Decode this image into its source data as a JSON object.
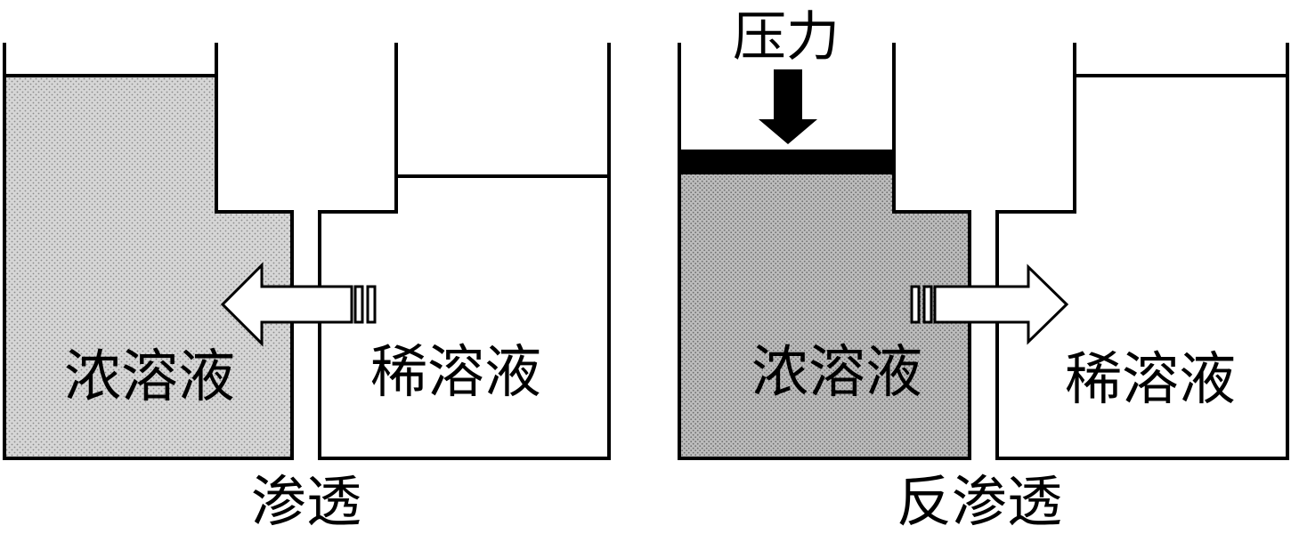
{
  "panels": [
    {
      "id": "osmosis",
      "concentrated_label": "浓溶液",
      "dilute_label": "稀溶液",
      "process_label": "渗透",
      "flow_direction": "toward-concentrated"
    },
    {
      "id": "reverse-osmosis",
      "concentrated_label": "浓溶液",
      "dilute_label": "稀溶液",
      "process_label": "反渗透",
      "pressure_label": "压力",
      "flow_direction": "toward-dilute"
    }
  ],
  "colors": {
    "stroke": "#000000",
    "background": "#ffffff",
    "concentrated_fill_light": "#d6d6d6",
    "concentrated_fill_dark": "#bdbdbd",
    "dot_light": "#8c8c8c",
    "dot_dark": "#6e6e6e",
    "piston": "#000000"
  }
}
